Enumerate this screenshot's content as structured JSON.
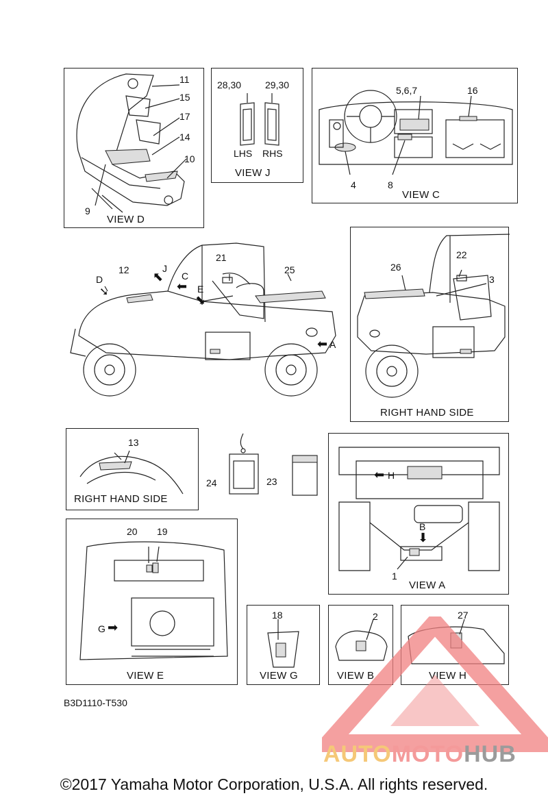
{
  "views": {
    "d": {
      "caption": "VIEW D",
      "callouts": [
        "11",
        "15",
        "17",
        "14",
        "10",
        "9"
      ]
    },
    "j": {
      "caption": "VIEW J",
      "callouts": [
        "28,30",
        "29,30",
        "LHS",
        "RHS"
      ]
    },
    "c": {
      "caption": "VIEW C",
      "callouts": [
        "5,6,7",
        "16",
        "4",
        "8"
      ]
    },
    "main": {
      "callouts": [
        "D",
        "12",
        "J",
        "C",
        "E",
        "21",
        "25",
        "A"
      ]
    },
    "right_side": {
      "caption": "RIGHT HAND SIDE",
      "callouts": [
        "26",
        "22",
        "3"
      ]
    },
    "right_side_small": {
      "caption": "RIGHT HAND SIDE",
      "callouts": [
        "13"
      ]
    },
    "tags": {
      "callouts": [
        "24",
        "23"
      ]
    },
    "a": {
      "caption": "VIEW A",
      "callouts": [
        "H",
        "B",
        "1"
      ]
    },
    "e": {
      "caption": "VIEW E",
      "callouts": [
        "20",
        "19",
        "G"
      ]
    },
    "g": {
      "caption": "VIEW G",
      "callouts": [
        "18"
      ]
    },
    "b": {
      "caption": "VIEW B",
      "callouts": [
        "2"
      ]
    },
    "h": {
      "caption": "VIEW H",
      "callouts": [
        "27"
      ]
    }
  },
  "doc_code": "B3D1110-T530",
  "copyright": "©2017 Yamaha Motor Corporation, U.S.A. All rights reserved.",
  "watermark": {
    "part1": "AUTO",
    "part2": "MOTO",
    "part3": "HUB"
  },
  "colors": {
    "watermark_red": "#f08080",
    "watermark_yellow": "#f5c878",
    "watermark_gray": "#9b9b9b",
    "line": "#222222"
  }
}
